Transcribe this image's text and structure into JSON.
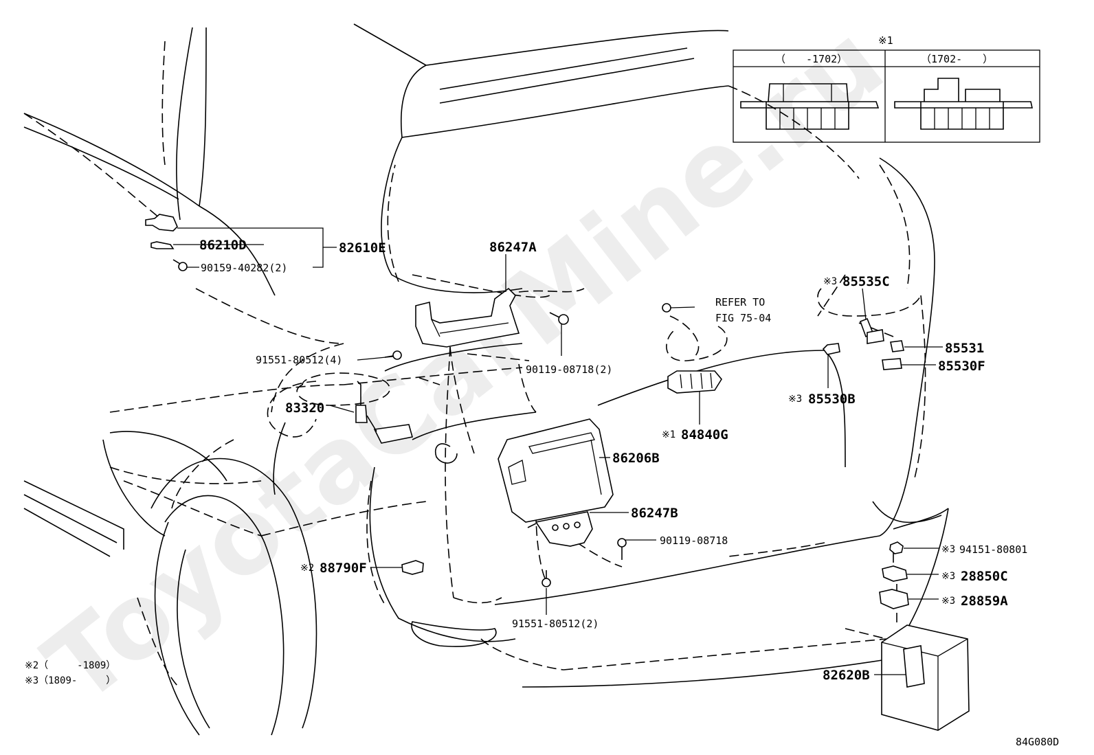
{
  "watermark": "ToyotaCarMine.ru",
  "inset": {
    "marker": "※1",
    "col_left": "（　　-1702）",
    "col_right": "（1702-　　）"
  },
  "parts": {
    "p86210D": "86210D",
    "p82610E": "82610E",
    "p90159": "90159-40282(2)",
    "p86247A": "86247A",
    "refer1": "REFER TO",
    "refer2": "FIG 75-04",
    "p91551a": "91551-80512(4)",
    "p90119a": "90119-08718(2)",
    "p83320": "83320",
    "m84840G": "※1",
    "p84840G": "84840G",
    "p86206B": "86206B",
    "p86247B": "86247B",
    "p90119b": "90119-08718",
    "m88790F": "※2",
    "p88790F": "88790F",
    "p91551b": "91551-80512(2)",
    "m85535C": "※3",
    "p85535C": "85535C",
    "p85531": "85531",
    "p85530F": "85530F",
    "m85530B": "※3",
    "p85530B": "85530B",
    "m94151": "※3",
    "p94151": "94151-80801",
    "m28850C": "※3",
    "p28850C": "28850C",
    "m28859A": "※3",
    "p28859A": "28859A",
    "p82620B": "82620B"
  },
  "notes": {
    "n2": "※2（　　　-1809）",
    "n3": "※3（1809-　　　）"
  },
  "diagram_code": "84G080D"
}
